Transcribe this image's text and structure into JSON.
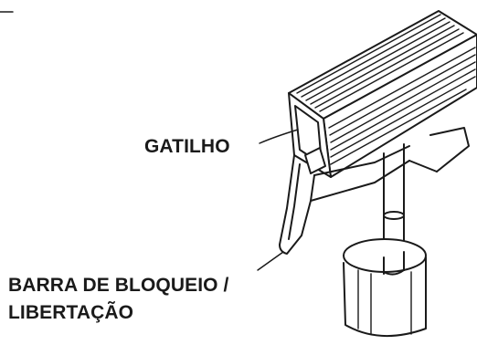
{
  "labels": {
    "trigger": "GATILHO",
    "lock_release_line1": "BARRA DE BLOQUEIO /",
    "lock_release_line2": "LIBERTAÇÃO"
  },
  "colors": {
    "ink": "#1a1a1a",
    "background": "#ffffff"
  }
}
